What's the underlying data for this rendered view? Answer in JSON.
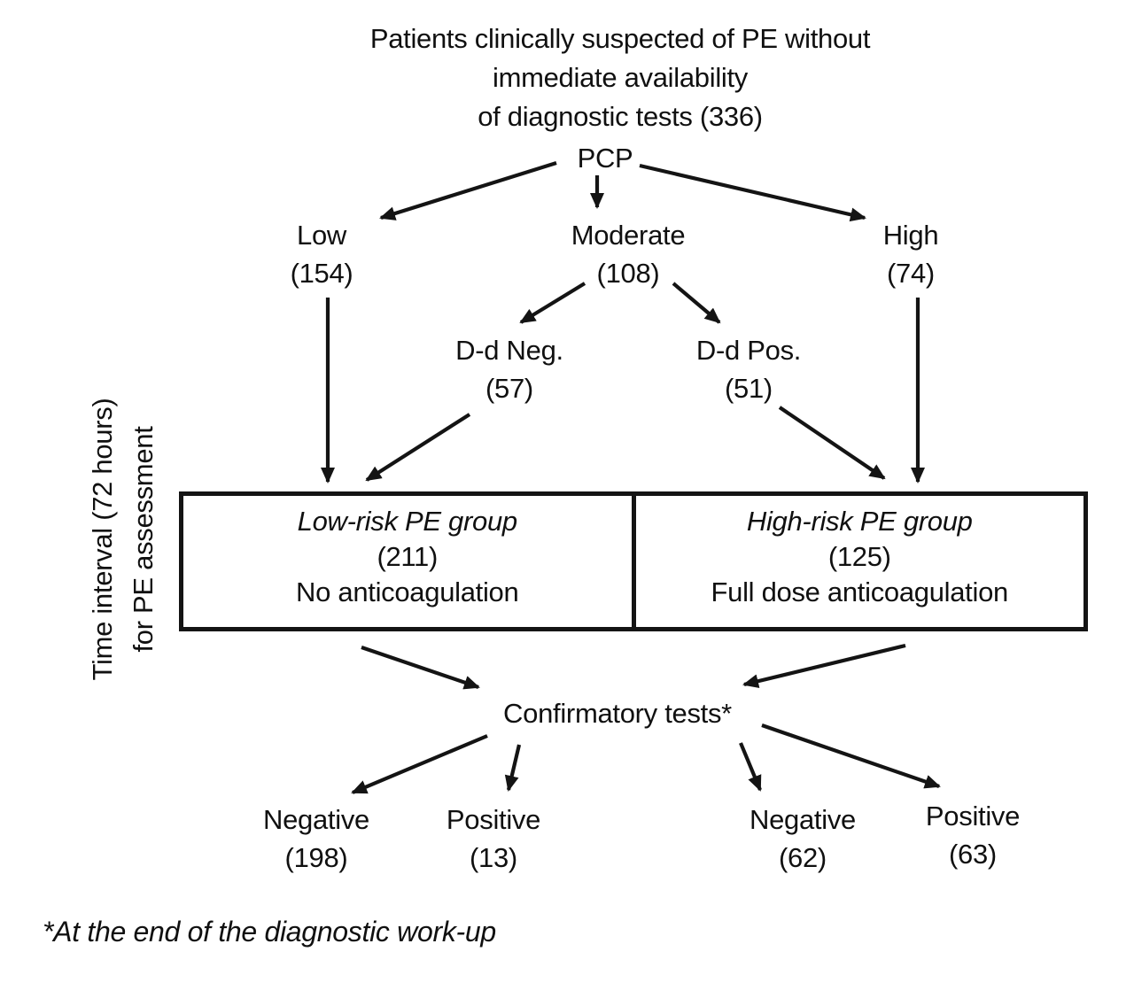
{
  "colors": {
    "ink": "#141414",
    "background": "#ffffff"
  },
  "title": {
    "line1": "Patients clinically suspected of PE without",
    "line2": "immediate availability",
    "line3": "of diagnostic tests (336)"
  },
  "pcp": {
    "label": "PCP"
  },
  "nodes": {
    "low": {
      "label": "Low",
      "count": "(154)"
    },
    "moderate": {
      "label": "Moderate",
      "count": "(108)"
    },
    "high": {
      "label": "High",
      "count": "(74)"
    },
    "dd_neg": {
      "label": "D-d Neg.",
      "count": "(57)"
    },
    "dd_pos": {
      "label": "D-d Pos.",
      "count": "(51)"
    }
  },
  "groups": {
    "low_risk": {
      "title": "Low-risk PE group",
      "count": "(211)",
      "treatment": "No anticoagulation"
    },
    "high_risk": {
      "title": "High-risk PE group",
      "count": "(125)",
      "treatment": "Full dose anticoagulation"
    }
  },
  "side_label": {
    "line1": "Time interval (72 hours)",
    "line2": "for PE assessment"
  },
  "confirmatory": {
    "label": "Confirmatory tests*"
  },
  "outcomes": {
    "low_negative": {
      "label": "Negative",
      "count": "(198)"
    },
    "low_positive": {
      "label": "Positive",
      "count": "(13)"
    },
    "high_negative": {
      "label": "Negative",
      "count": "(62)"
    },
    "high_positive": {
      "label": "Positive",
      "count": "(63)"
    }
  },
  "footnote": "*At the end of the diagnostic work-up"
}
